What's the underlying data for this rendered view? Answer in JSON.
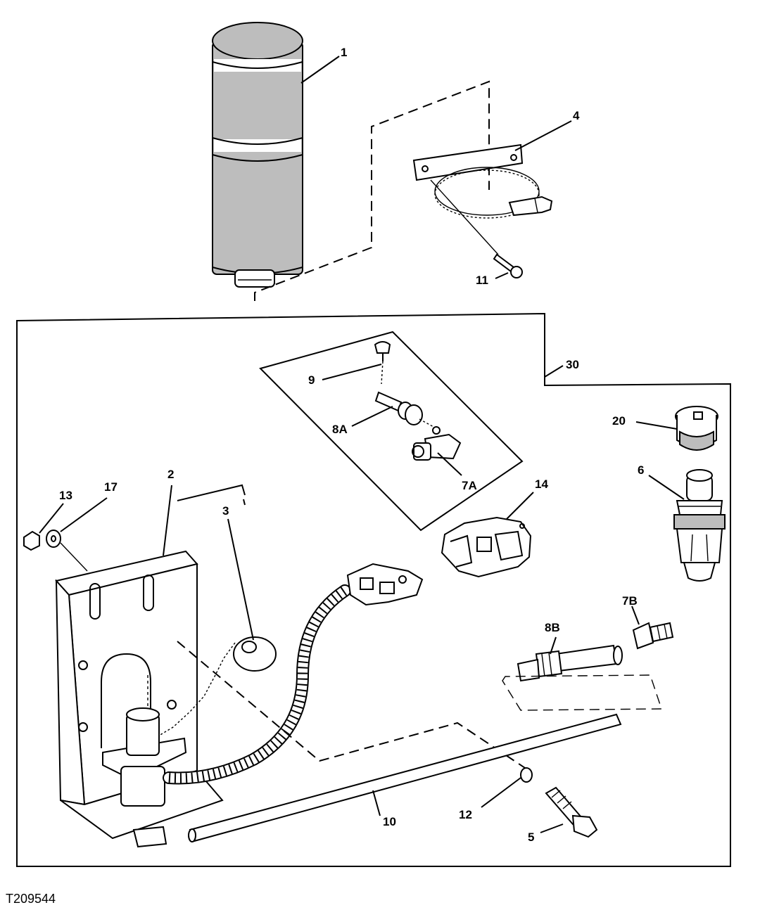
{
  "figure_id": "T209544",
  "callouts": {
    "c1": "1",
    "c2": "2",
    "c3": "3",
    "c4": "4",
    "c5": "5",
    "c6": "6",
    "c7a": "7A",
    "c7b": "7B",
    "c8a": "8A",
    "c8b": "8B",
    "c9": "9",
    "c10": "10",
    "c11": "11",
    "c12": "12",
    "c13": "13",
    "c14": "14",
    "c17": "17",
    "c20": "20",
    "c30": "30"
  }
}
